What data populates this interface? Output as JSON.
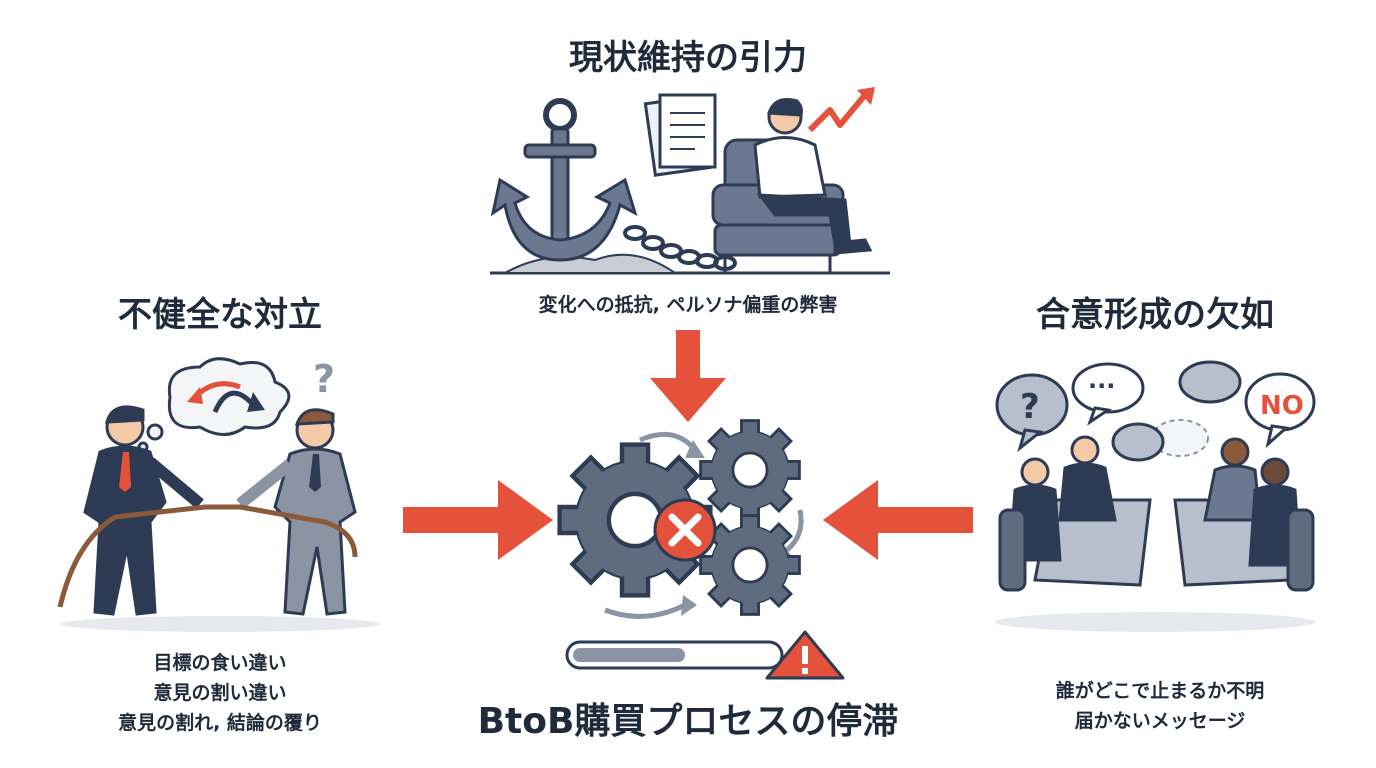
{
  "top": {
    "title": "現状維持の引力",
    "subtitle": "変化への抵抗, ペルソナ偏重の弊害"
  },
  "left": {
    "title": "不健全な対立",
    "lines": [
      "目標の食い違い",
      "意見の割い違い",
      "意見の割れ, 結論の覆り"
    ]
  },
  "right": {
    "title": "合意形成の欠如",
    "lines": [
      "誰がどこで止まるか不明",
      "届かないメッセージ"
    ],
    "bubble_text": "NO"
  },
  "center": {
    "title": "BtoB購買プロセスの停滞",
    "progress": 0.55
  },
  "colors": {
    "accent": "#e4523b",
    "navy": "#2d3b55",
    "gear": "#5f6b7e",
    "gray": "#8a94a3"
  }
}
